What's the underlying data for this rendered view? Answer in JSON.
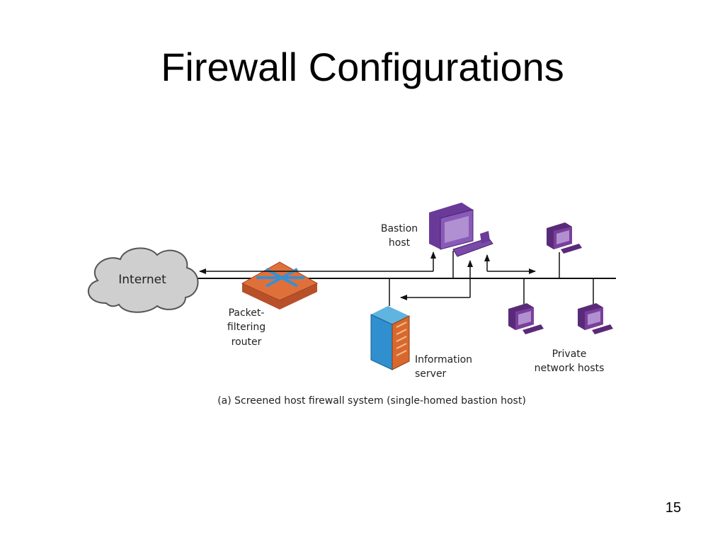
{
  "slide": {
    "title": "Firewall Configurations",
    "page_number": "15"
  },
  "diagram": {
    "internet_label": "Internet",
    "router_label": [
      "Packet-",
      "filtering",
      "router"
    ],
    "bastion_label": [
      "Bastion",
      "host"
    ],
    "server_label": [
      "Information",
      "server"
    ],
    "private_label": [
      "Private",
      "network hosts"
    ],
    "caption": "(a) Screened host firewall system (single-homed bastion host)"
  },
  "colors": {
    "cloud": "#cfcfcf",
    "router": "#e0703a",
    "router_arrows": "#3a8fd0",
    "bastion": "#8a5ab8",
    "host": "#7a3f9a",
    "server": "#2f8fcf",
    "server_panel": "#d9682e"
  }
}
